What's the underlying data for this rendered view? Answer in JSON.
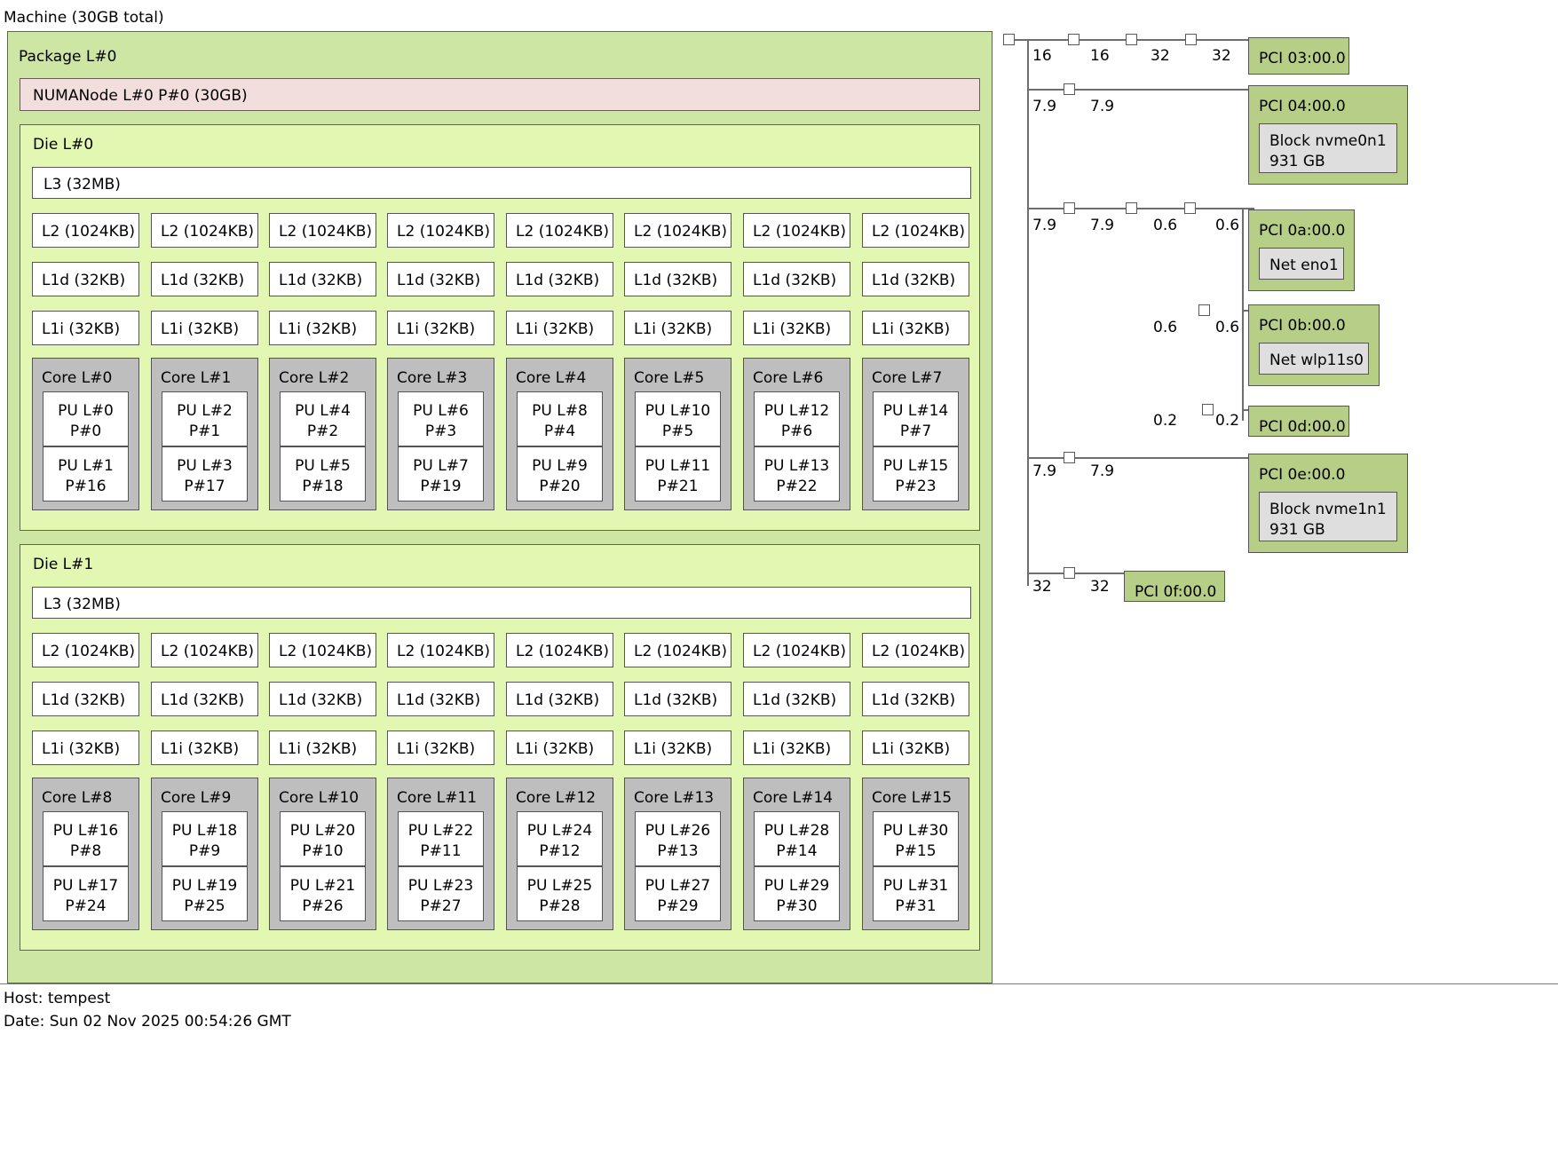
{
  "machine": {
    "title": "Machine (30GB total)"
  },
  "package": {
    "label": "Package L#0"
  },
  "numanode": {
    "label": "NUMANode L#0 P#0 (30GB)"
  },
  "dies": [
    {
      "label": "Die L#0",
      "l3": "L3 (32MB)",
      "l2": "L2 (1024KB)",
      "l1d": "L1d (32KB)",
      "l1i": "L1i (32KB)",
      "cores": [
        {
          "label": "Core L#0",
          "pus": [
            "PU L#0",
            "P#0",
            "PU L#1",
            "P#16"
          ]
        },
        {
          "label": "Core L#1",
          "pus": [
            "PU L#2",
            "P#1",
            "PU L#3",
            "P#17"
          ]
        },
        {
          "label": "Core L#2",
          "pus": [
            "PU L#4",
            "P#2",
            "PU L#5",
            "P#18"
          ]
        },
        {
          "label": "Core L#3",
          "pus": [
            "PU L#6",
            "P#3",
            "PU L#7",
            "P#19"
          ]
        },
        {
          "label": "Core L#4",
          "pus": [
            "PU L#8",
            "P#4",
            "PU L#9",
            "P#20"
          ]
        },
        {
          "label": "Core L#5",
          "pus": [
            "PU L#10",
            "P#5",
            "PU L#11",
            "P#21"
          ]
        },
        {
          "label": "Core L#6",
          "pus": [
            "PU L#12",
            "P#6",
            "PU L#13",
            "P#22"
          ]
        },
        {
          "label": "Core L#7",
          "pus": [
            "PU L#14",
            "P#7",
            "PU L#15",
            "P#23"
          ]
        }
      ]
    },
    {
      "label": "Die L#1",
      "l3": "L3 (32MB)",
      "l2": "L2 (1024KB)",
      "l1d": "L1d (32KB)",
      "l1i": "L1i (32KB)",
      "cores": [
        {
          "label": "Core L#8",
          "pus": [
            "PU L#16",
            "P#8",
            "PU L#17",
            "P#24"
          ]
        },
        {
          "label": "Core L#9",
          "pus": [
            "PU L#18",
            "P#9",
            "PU L#19",
            "P#25"
          ]
        },
        {
          "label": "Core L#10",
          "pus": [
            "PU L#20",
            "P#10",
            "PU L#21",
            "P#26"
          ]
        },
        {
          "label": "Core L#11",
          "pus": [
            "PU L#22",
            "P#11",
            "PU L#23",
            "P#27"
          ]
        },
        {
          "label": "Core L#12",
          "pus": [
            "PU L#24",
            "P#12",
            "PU L#25",
            "P#28"
          ]
        },
        {
          "label": "Core L#13",
          "pus": [
            "PU L#26",
            "P#13",
            "PU L#27",
            "P#29"
          ]
        },
        {
          "label": "Core L#14",
          "pus": [
            "PU L#28",
            "P#14",
            "PU L#29",
            "P#30"
          ]
        },
        {
          "label": "Core L#15",
          "pus": [
            "PU L#30",
            "P#15",
            "PU L#31",
            "P#31"
          ]
        }
      ]
    }
  ],
  "pci_tree": {
    "link_labels": {
      "row1_a": "16",
      "row1_b": "16",
      "row1_c": "32",
      "row1_d": "32",
      "row2_a": "7.9",
      "row2_b": "7.9",
      "row3_a": "7.9",
      "row3_b": "7.9",
      "row3_c": "0.6",
      "row3_d": "0.6",
      "row4_a": "0.6",
      "row4_b": "0.6",
      "row5_a": "0.2",
      "row5_b": "0.2",
      "row6_a": "7.9",
      "row6_b": "7.9",
      "row7_a": "32",
      "row7_b": "32"
    },
    "devices": [
      {
        "pci": "PCI 03:00.0",
        "osdev": null,
        "osdev2": null
      },
      {
        "pci": "PCI 04:00.0",
        "osdev": "Block nvme0n1",
        "osdev2": "931 GB"
      },
      {
        "pci": "PCI 0a:00.0",
        "osdev": "Net eno1",
        "osdev2": null
      },
      {
        "pci": "PCI 0b:00.0",
        "osdev": "Net wlp11s0",
        "osdev2": null
      },
      {
        "pci": "PCI 0d:00.0",
        "osdev": null,
        "osdev2": null
      },
      {
        "pci": "PCI 0e:00.0",
        "osdev": "Block nvme1n1",
        "osdev2": "931 GB"
      },
      {
        "pci": "PCI 0f:00.0",
        "osdev": null,
        "osdev2": null
      }
    ]
  },
  "footer": {
    "host": "Host: tempest",
    "date": "Date: Sun 02 Nov 2025 00:54:26 GMT"
  }
}
